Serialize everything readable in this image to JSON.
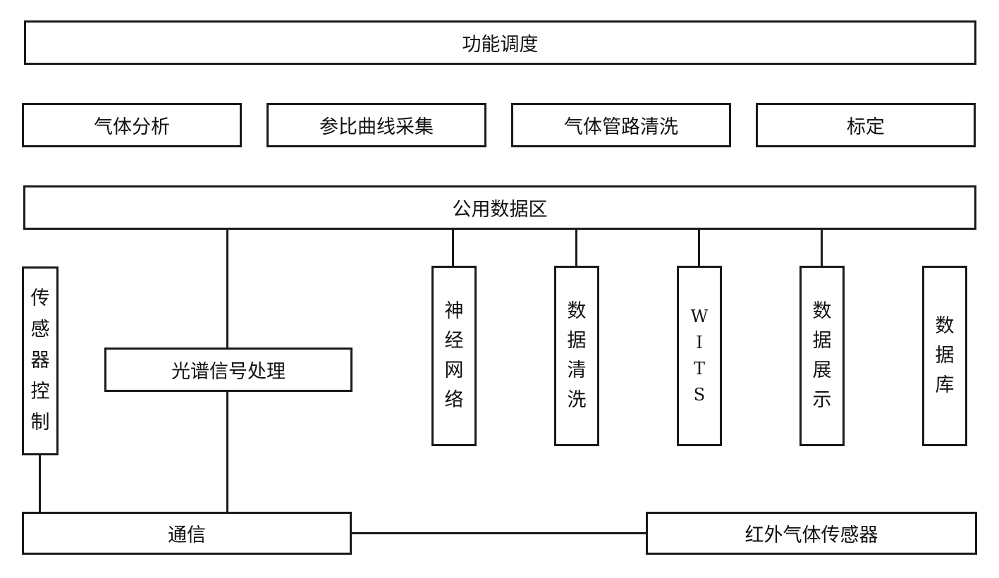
{
  "top": {
    "scheduler": "功能调度"
  },
  "functions": [
    "气体分析",
    "参比曲线采集",
    "气体管路清洗",
    "标定"
  ],
  "public_data": "公用数据区",
  "sensor_control": [
    "传",
    "感",
    "器",
    "控",
    "制"
  ],
  "spectral": "光谱信号处理",
  "modules": {
    "neural": [
      "神",
      "经",
      "网",
      "络"
    ],
    "cleaning": [
      "数",
      "据",
      "清",
      "洗"
    ],
    "wits": [
      "W",
      "I",
      "T",
      "S"
    ],
    "display": [
      "数",
      "据",
      "展",
      "示"
    ],
    "database": [
      "数",
      "据",
      "库"
    ]
  },
  "communication": "通信",
  "ir_sensor": "红外气体传感器"
}
